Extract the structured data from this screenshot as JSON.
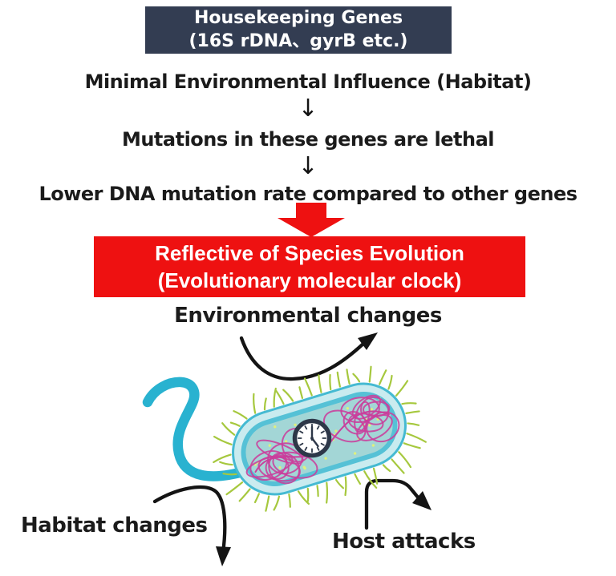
{
  "header": {
    "line1": "Housekeeping Genes",
    "line2": "(16S rDNA、gyrB etc.)"
  },
  "flow": {
    "down_arrow": "↓",
    "steps": [
      "Minimal Environmental Influence (Habitat)",
      "Mutations in these genes are lethal",
      "Lower DNA mutation rate compared to other genes"
    ]
  },
  "conclusion": {
    "line1": "Reflective of Species Evolution",
    "line2": "(Evolutionary molecular clock)"
  },
  "labels": {
    "environmental": "Environmental changes",
    "habitat": "Habitat changes",
    "host": "Host attacks"
  },
  "colors": {
    "header_bg": "#333d52",
    "accent_red": "#ee1111",
    "text_black": "#1b1b1b",
    "arrow_black": "#141414",
    "body_outer_fill": "#c9ebef",
    "body_outer_stroke": "#45bad2",
    "membrane_stroke": "#55c1d6",
    "body_inner_fill": "#a3d6d6",
    "pili_green": "#a6c83e",
    "speck_yellow": "#dff07e",
    "dna_magenta": "#c93f9c",
    "flagellum_cyan": "#29b2d0",
    "clock_rim": "#2d3748",
    "clock_face": "#ffffff"
  }
}
